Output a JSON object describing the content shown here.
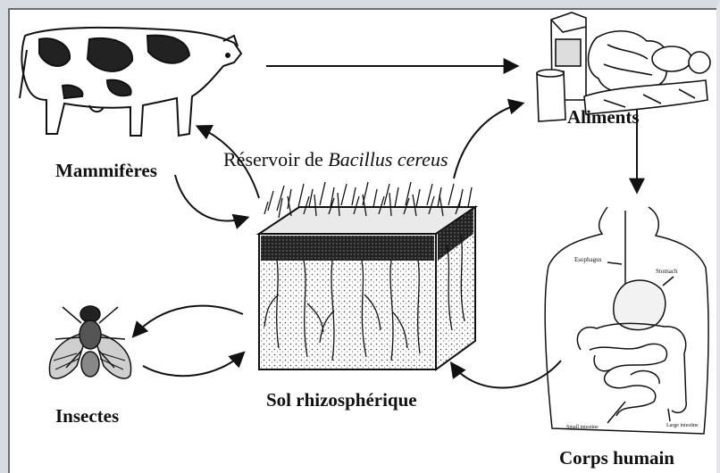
{
  "labels": {
    "mammiferes": "Mammifères",
    "reservoir_prefix": "Réservoir de ",
    "reservoir_species": "Bacillus cereus",
    "aliments": "Aliments",
    "sol": "Sol rhizosphérique",
    "insectes": "Insectes",
    "corps": "Corps humain",
    "organ_labels": {
      "esophagus": "Esophagus",
      "stomach": "Stomach",
      "small_intestine": "Small intestine",
      "large_intestine": "Large intestine"
    }
  }
}
